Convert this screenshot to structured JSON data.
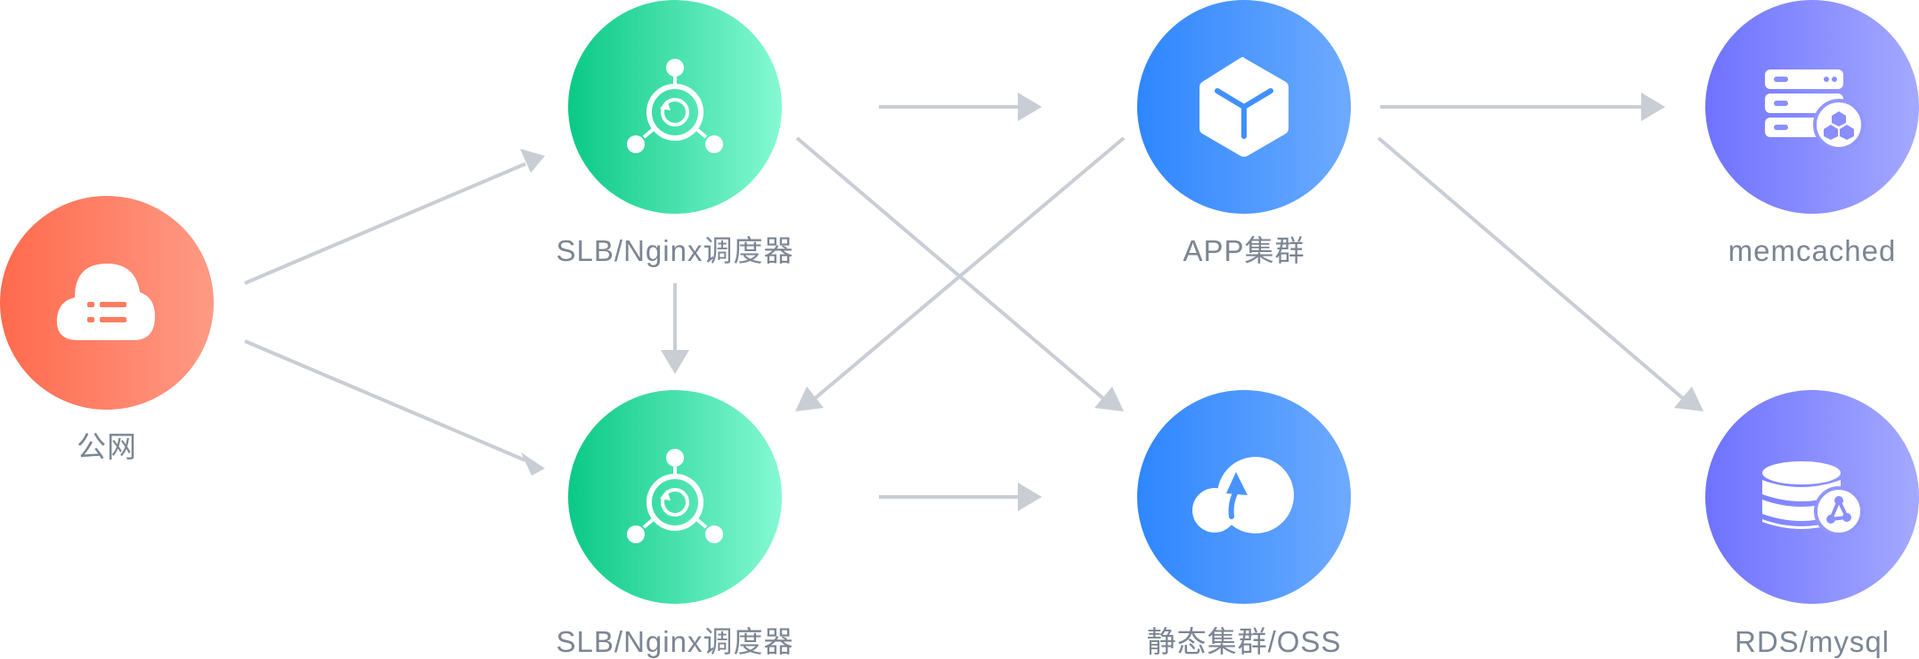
{
  "nodes": {
    "public_net": {
      "label": "公网",
      "icon": "cloud-list-icon"
    },
    "slb_top": {
      "label": "SLB/Nginx调度器",
      "icon": "load-balancer-icon"
    },
    "slb_bottom": {
      "label": "SLB/Nginx调度器",
      "icon": "load-balancer-icon"
    },
    "app_cluster": {
      "label": "APP集群",
      "icon": "cube-icon"
    },
    "static_oss": {
      "label": "静态集群/OSS",
      "icon": "cloud-upload-icon"
    },
    "memcached": {
      "label": "memcached",
      "icon": "server-hexagon-icon"
    },
    "rds_mysql": {
      "label": "RDS/mysql",
      "icon": "database-icon"
    }
  },
  "colors": {
    "red": [
      "#ff6a4d",
      "#ff9a85"
    ],
    "green": [
      "#0ac986",
      "#85f9d3"
    ],
    "blue": [
      "#2e86ff",
      "#6eaaff"
    ],
    "purple": [
      "#6e72ff",
      "#a4a9ff"
    ],
    "arrow": "#c9cdd4",
    "label": "#7c8593"
  },
  "edges": [
    {
      "from": "public_net",
      "to": "slb_top"
    },
    {
      "from": "public_net",
      "to": "slb_bottom"
    },
    {
      "from": "slb_top",
      "to": "slb_bottom"
    },
    {
      "from": "slb_top",
      "to": "app_cluster"
    },
    {
      "from": "slb_top",
      "to": "static_oss"
    },
    {
      "from": "app_cluster",
      "to": "slb_bottom"
    },
    {
      "from": "slb_bottom",
      "to": "static_oss"
    },
    {
      "from": "app_cluster",
      "to": "memcached"
    },
    {
      "from": "app_cluster",
      "to": "rds_mysql"
    }
  ]
}
